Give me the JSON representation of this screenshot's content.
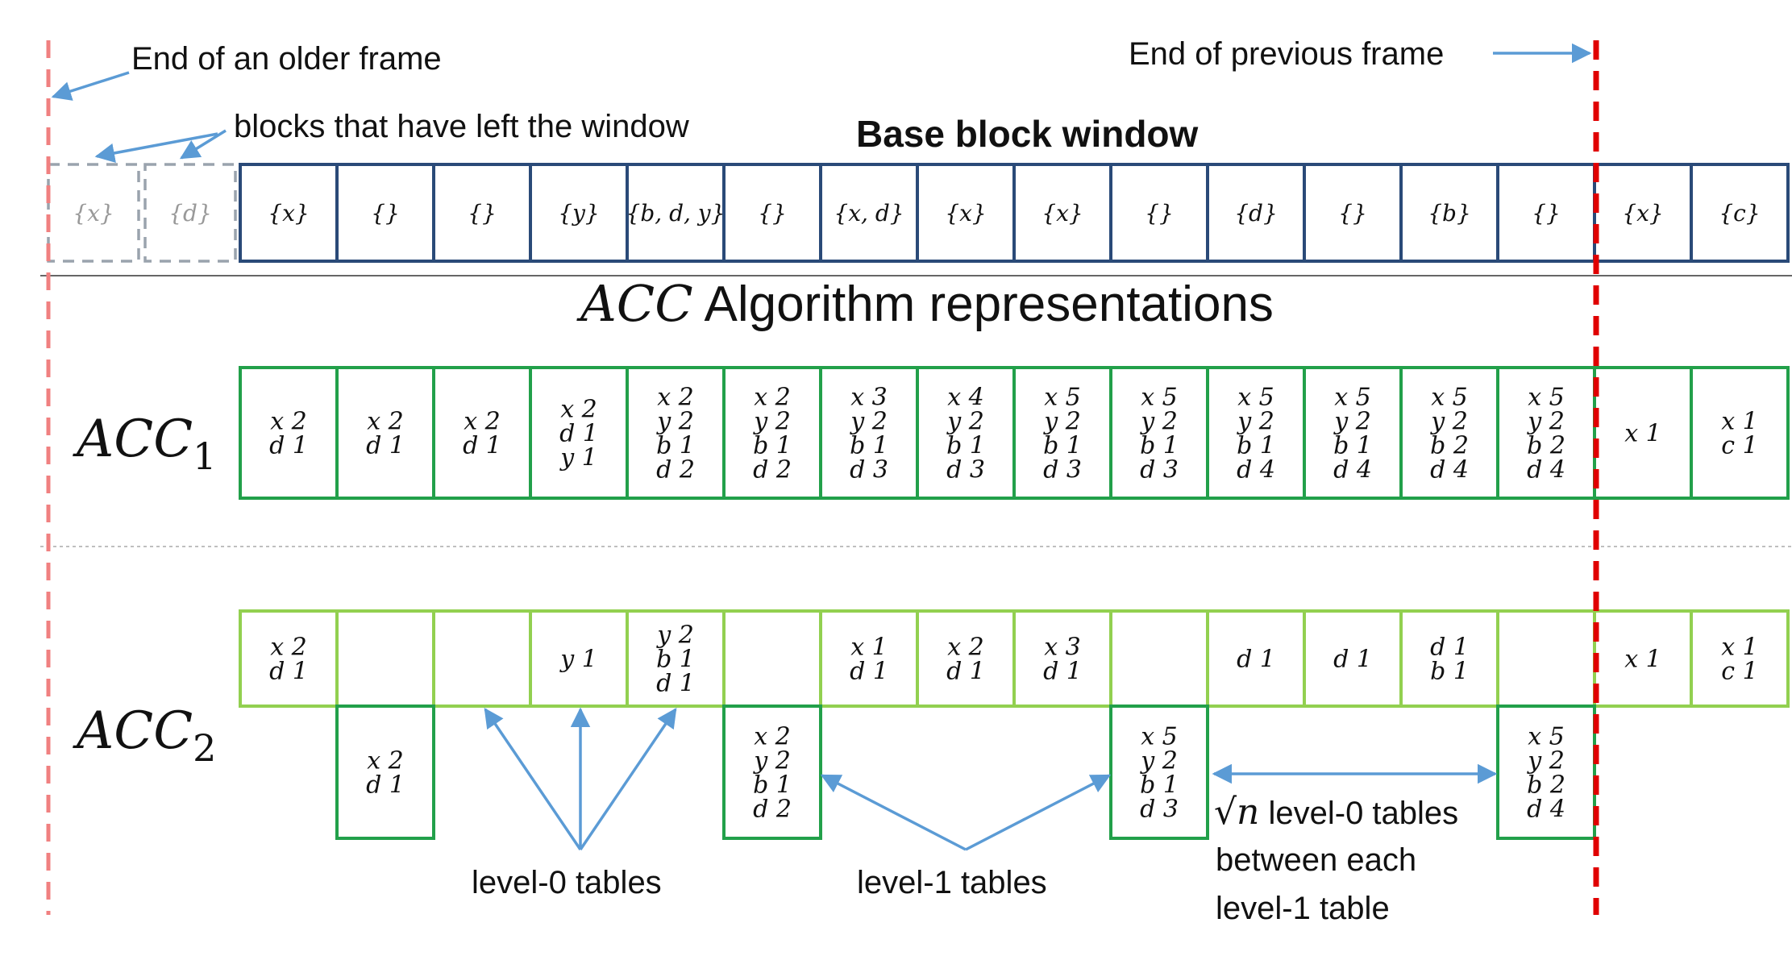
{
  "annotations": {
    "older_frame": "End of an older frame",
    "previous_frame": "End of previous frame",
    "left_window": "blocks that have left the window",
    "base_title": "Base block window",
    "acc_title_math": "ACC",
    "acc_title_rest": " Algorithm representations",
    "acc1_label": "ACC",
    "acc1_sub": "1",
    "acc2_label": "ACC",
    "acc2_sub": "2",
    "level0": "level-0 tables",
    "level1": "level-1 tables",
    "sqrt_symbol": "√n",
    "sqrt_line1": " level-0 tables",
    "sqrt_line2": "between each",
    "sqrt_line3": "level-1 table"
  },
  "left_blocks": [
    "{x}",
    "{d}"
  ],
  "base_blocks": [
    "{x}",
    "{}",
    "{}",
    "{y}",
    "{b, d, y}",
    "{}",
    "{x, d}",
    "{x}",
    "{x}",
    "{}",
    "{d}",
    "{}",
    "{b}",
    "{}",
    "{x}",
    "{c}"
  ],
  "acc1_cells": [
    [
      "x 2",
      "d 1"
    ],
    [
      "x 2",
      "d 1"
    ],
    [
      "x 2",
      "d 1"
    ],
    [
      "x 2",
      "d 1",
      "y 1"
    ],
    [
      "x 2",
      "y 2",
      "b 1",
      "d 2"
    ],
    [
      "x 2",
      "y 2",
      "b 1",
      "d 2"
    ],
    [
      "x 3",
      "y 2",
      "b 1",
      "d 3"
    ],
    [
      "x 4",
      "y 2",
      "b 1",
      "d 3"
    ],
    [
      "x 5",
      "y 2",
      "b 1",
      "d 3"
    ],
    [
      "x 5",
      "y 2",
      "b 1",
      "d 3"
    ],
    [
      "x 5",
      "y 2",
      "b 1",
      "d 4"
    ],
    [
      "x 5",
      "y 2",
      "b 1",
      "d 4"
    ],
    [
      "x 5",
      "y 2",
      "b 2",
      "d 4"
    ],
    [
      "x 5",
      "y 2",
      "b 2",
      "d 4"
    ],
    [
      "x 1"
    ],
    [
      "x 1",
      "c 1"
    ]
  ],
  "acc2_level0": [
    [
      "x 2",
      "d 1"
    ],
    [],
    [],
    [
      "y 1"
    ],
    [
      "y 2",
      "b 1",
      "d 1"
    ],
    [],
    [
      "x 1",
      "d 1"
    ],
    [
      "x 2",
      "d 1"
    ],
    [
      "x 3",
      "d 1"
    ],
    [],
    [
      "d 1"
    ],
    [
      "d 1"
    ],
    [
      "d 1",
      "b 1"
    ],
    [],
    [
      "x 1"
    ],
    [
      "x 1",
      "c 1"
    ]
  ],
  "acc2_level1": [
    {
      "col": 1,
      "rows": [
        "x 2",
        "d 1"
      ]
    },
    {
      "col": 5,
      "rows": [
        "x 2",
        "y 2",
        "b 1",
        "d 2"
      ]
    },
    {
      "col": 9,
      "rows": [
        "x 5",
        "y 2",
        "b 1",
        "d 3"
      ]
    },
    {
      "col": 13,
      "rows": [
        "x 5",
        "y 2",
        "b 2",
        "d 4"
      ]
    }
  ],
  "colors": {
    "base_border": "#2a4a78",
    "left_border": "#9aa3ad",
    "acc1_border": "#22a04a",
    "acc2_light": "#92d050",
    "acc2_dark": "#22a04a",
    "arrow": "#5b9bd5",
    "older_frame_line": "#f08080",
    "previous_frame_line": "#e00000",
    "separator": "#000000"
  }
}
